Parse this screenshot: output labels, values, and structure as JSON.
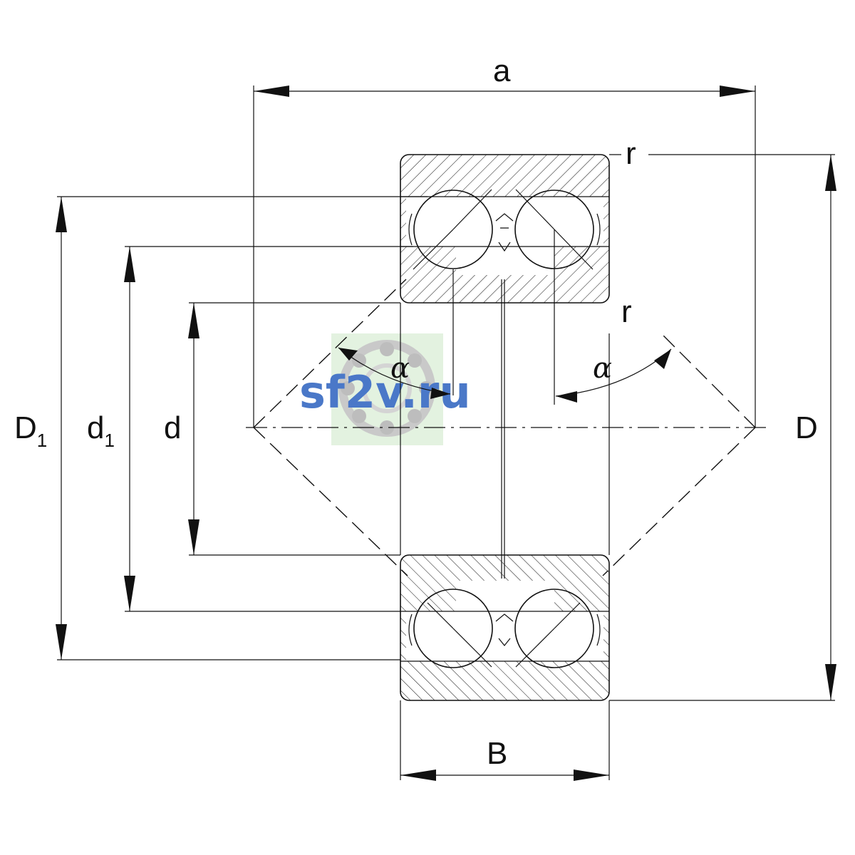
{
  "dimension_labels": {
    "a": "a",
    "r_top": "r",
    "r_mid": "r",
    "alpha_left": "α",
    "alpha_right": "α",
    "D1_main": "D",
    "D1_sub": "1",
    "d1_main": "d",
    "d1_sub": "1",
    "d": "d",
    "D": "D",
    "B": "B"
  },
  "watermark": {
    "text": "sf2v.ru",
    "text_color": "#4a78c8",
    "ring_color": "#c9c9c9",
    "background_color": "#e3f2e0"
  },
  "colors": {
    "line": "#111111",
    "hatch": "#222222",
    "background": "#ffffff"
  }
}
